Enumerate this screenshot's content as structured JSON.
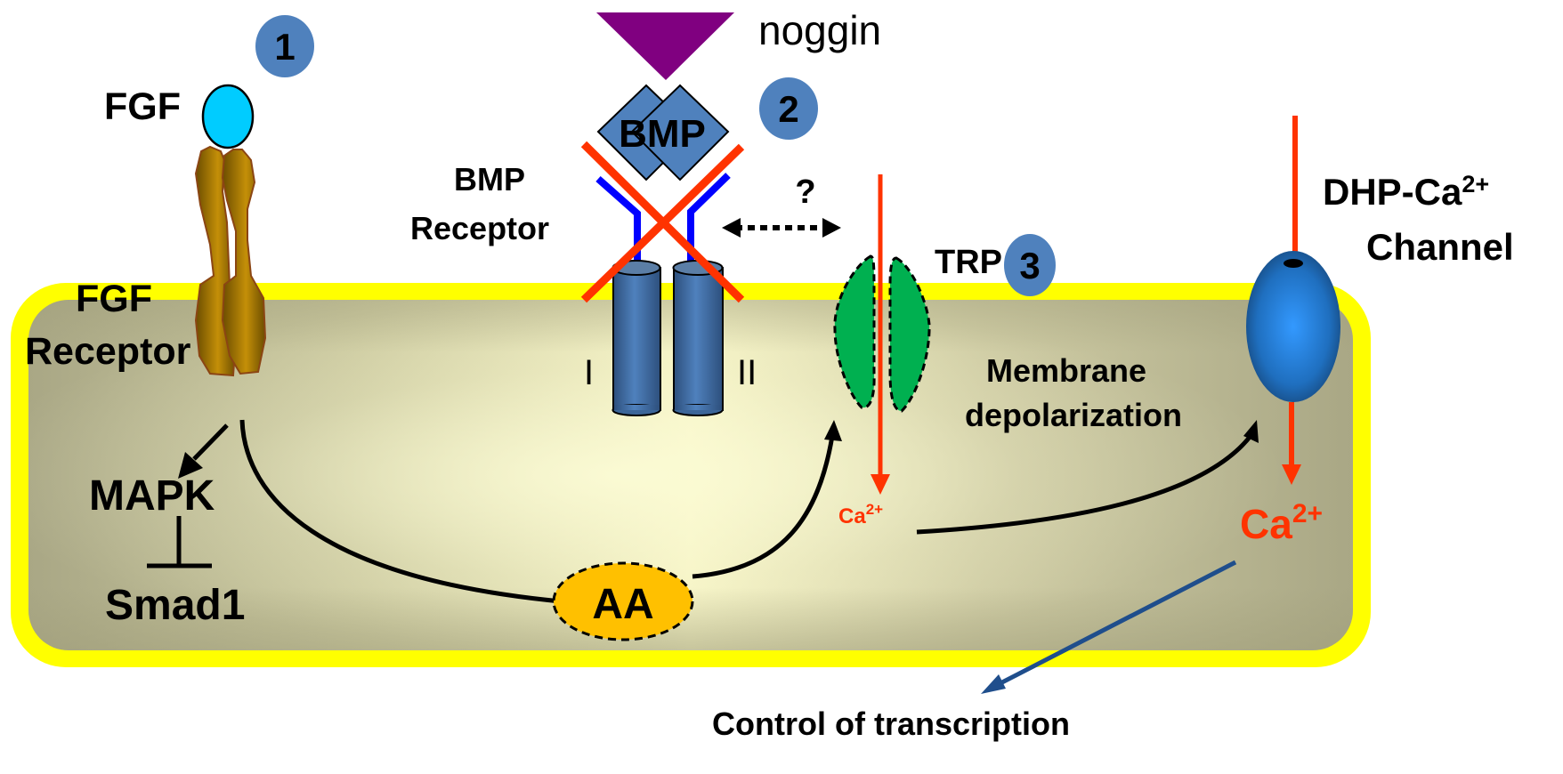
{
  "title": "FGF, BMP and calcium channel signaling schematic",
  "step_markers": [
    {
      "label": "1"
    },
    {
      "label": "2"
    },
    {
      "label": "3"
    }
  ],
  "labels": {
    "fgf": "FGF",
    "fgf_receptor_line1": "FGF",
    "fgf_receptor_line2": "Receptor",
    "noggin": "noggin",
    "bmp": "BMP",
    "bmp_receptor_line1": "BMP",
    "bmp_receptor_line2": "Receptor",
    "receptor_type_1": "I",
    "receptor_type_2": "II",
    "question": "?",
    "trp": "TRP",
    "dhp_channel_prefix": "DHP-Ca",
    "dhp_channel_sup": "2+",
    "dhp_channel_line2": "Channel",
    "membrane_depol_line1": "Membrane",
    "membrane_depol_line2": "depolarization",
    "mapk": "MAPK",
    "smad1": "Smad1",
    "aa": "AA",
    "ca_trp": "Ca",
    "ca_trp_sup": "2+",
    "ca_dhp": "Ca",
    "ca_dhp_sup": "2+",
    "transcription": "Control of transcription"
  },
  "colors": {
    "membrane": "#ffff00",
    "cytoplasm_edge": "#a9a785",
    "cytoplasm_center": "#fbfbd0",
    "marker": "#4f81bd",
    "fgf": "#00ccff",
    "fgf_receptor": "#b8860b",
    "noggin": "#800080",
    "bmp": "#4f81bd",
    "bmp_receptor_arm": "#0000ff",
    "inhibition_cross": "#ff3300",
    "trp": "#00b050",
    "dhp_channel": "#1f6fbf",
    "calcium": "#ff3300",
    "aa": "#ffc000",
    "transcription_arrow": "#1f4e8c"
  }
}
